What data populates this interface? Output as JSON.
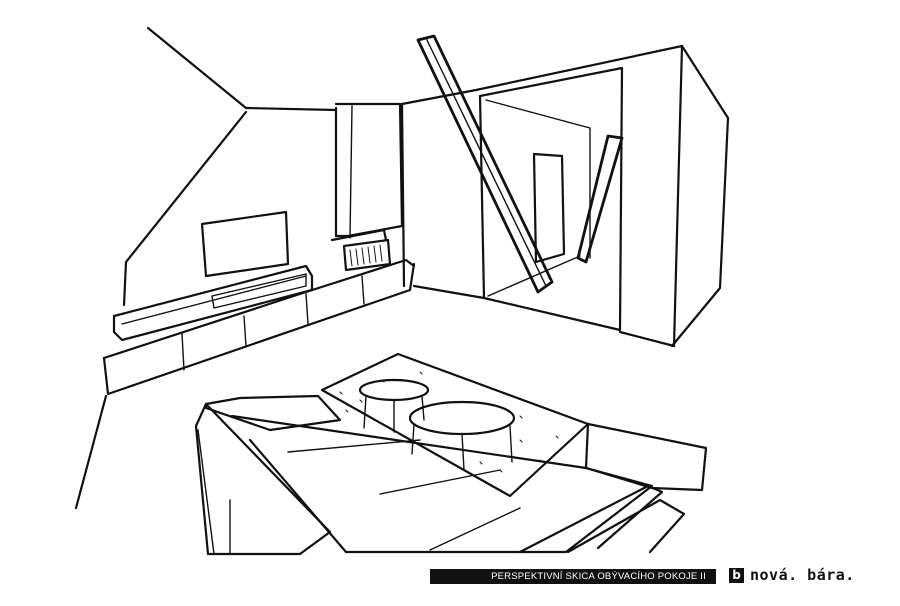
{
  "caption": "PERSPEKTIVNÍ SKICA OBÝVACÍHO POKOJE II",
  "brand": {
    "mark": "b",
    "name": "nová. bára."
  }
}
